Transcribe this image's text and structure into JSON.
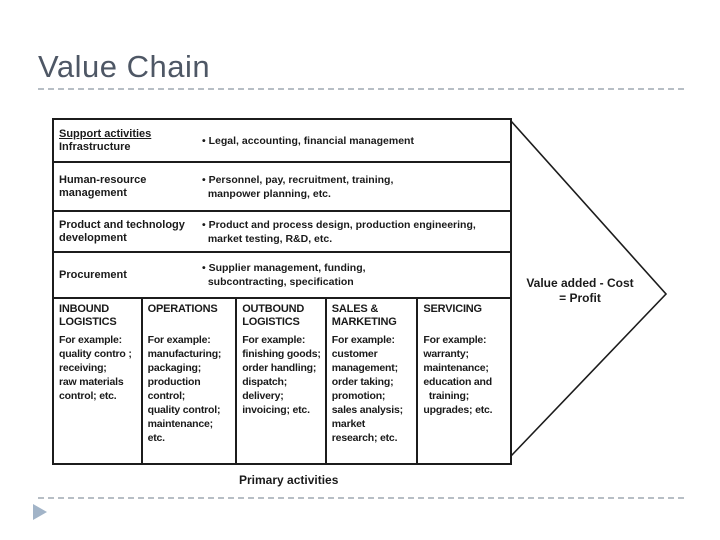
{
  "slide": {
    "title": "Value Chain"
  },
  "colors": {
    "title_text": "#4e5765",
    "dashed_rule": "#b7bec5",
    "diagram_ink": "#1a1a1a",
    "advance_icon": "#a2b4c8"
  },
  "diagram": {
    "support_rows": [
      {
        "heading": "Support activities",
        "label": "Infrastructure",
        "description": "• Legal, accounting, financial management"
      },
      {
        "label": "Human-resource\nmanagement",
        "description": "• Personnel, pay, recruitment, training,\n  manpower planning, etc."
      },
      {
        "label": "Product and technology\ndevelopment",
        "description": "• Product and process design, production engineering,\n  market testing, R&D, etc."
      },
      {
        "label": "Procurement",
        "description": "• Supplier management, funding,\n  subcontracting, specification"
      }
    ],
    "primary_columns": [
      {
        "header": "INBOUND\nLOGISTICS",
        "body": "For example:\nquality contro ;\nreceiving;\nraw materials\ncontrol; etc."
      },
      {
        "header": "OPERATIONS",
        "body": "For example:\nmanufacturing;\npackaging;\nproduction\ncontrol;\nquality control;\nmaintenance;\netc."
      },
      {
        "header": "OUTBOUND\nLOGISTICS",
        "body": "For example:\nfinishing goods;\norder handling;\ndispatch;\ndelivery;\ninvoicing; etc."
      },
      {
        "header": "SALES &\nMARKETING",
        "body": "For example:\ncustomer\nmanagement;\norder taking;\npromotion;\nsales analysis;\nmarket\nresearch; etc."
      },
      {
        "header": "SERVICING",
        "body": "For example:\nwarranty;\nmaintenance;\neducation and\n  training;\nupgrades; etc."
      }
    ],
    "arrow_label": "Value added - Cost\n= Profit",
    "primary_activities_label": "Primary activities"
  }
}
